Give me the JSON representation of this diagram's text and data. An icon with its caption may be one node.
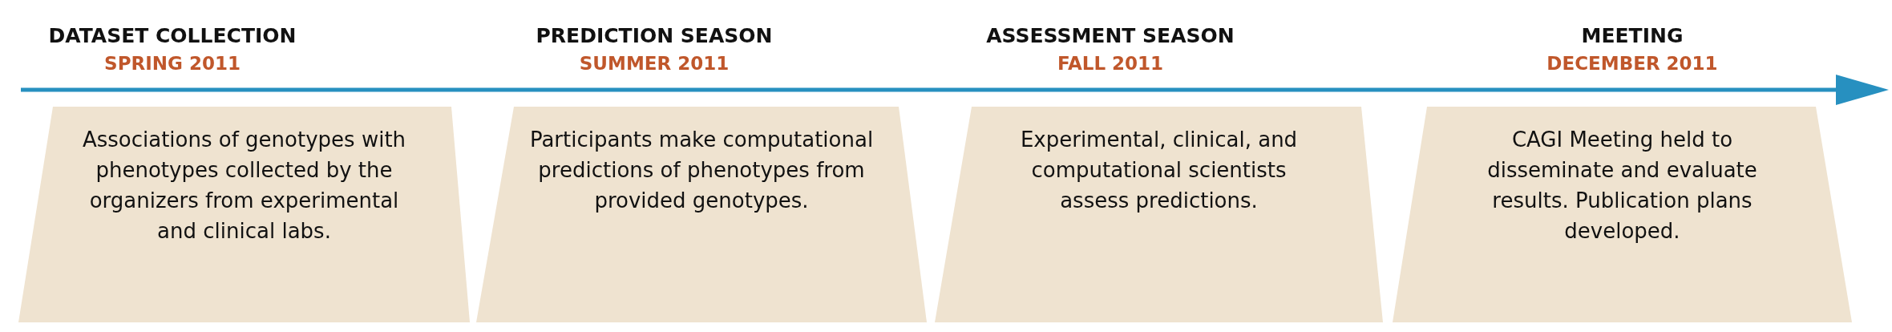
{
  "diagram": {
    "nodes": [
      {
        "text": [
          "DATASET COLLECTION",
          "SPRING 2011",
          "Associations of genotypes with phenotypes collected by the organizers from experimental and clinical labs."
        ]
      },
      {
        "text": [
          "PREDICTION SEASON",
          "SUMMER 2011",
          "Participants make computational predictions of phenotypes from provided genotypes."
        ]
      },
      {
        "text": [
          "ASSESSMENT SEASON",
          "FALL 2011",
          "Experimental, clinical, and computational scientists assess predictions."
        ]
      },
      {
        "text": [
          "MEETING",
          "DECEMBER 2011",
          "CAGI Meeting held to disseminate and evaluate results. Publication plans developed."
        ]
      }
    ]
  }
}
